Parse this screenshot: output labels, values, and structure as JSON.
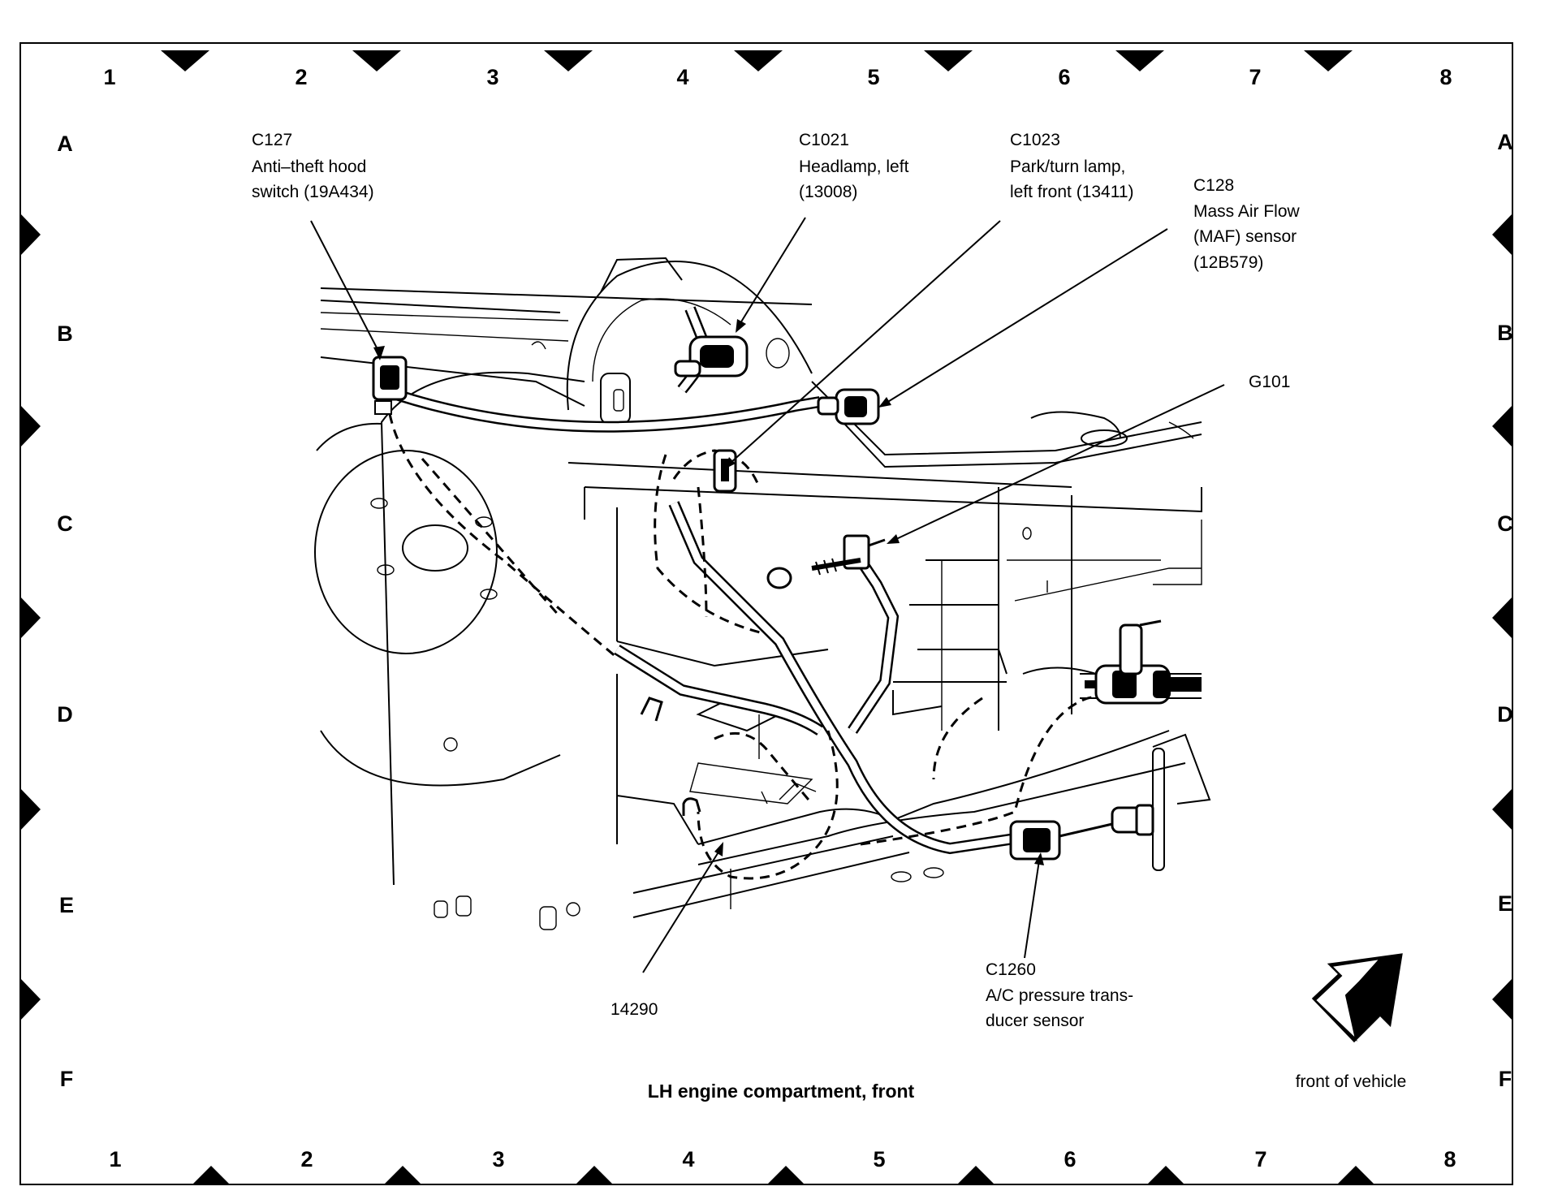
{
  "diagram": {
    "caption": "LH engine compartment, front",
    "orientation_label": "front of vehicle",
    "grid_columns_top": [
      "1",
      "2",
      "3",
      "4",
      "5",
      "6",
      "7",
      "8"
    ],
    "grid_columns_bottom": [
      "1",
      "2",
      "3",
      "4",
      "5",
      "6",
      "7",
      "8"
    ],
    "grid_rows_left": [
      "A",
      "B",
      "C",
      "D",
      "E",
      "F"
    ],
    "grid_rows_right": [
      "A",
      "B",
      "C",
      "D",
      "E",
      "F"
    ],
    "callouts": [
      {
        "id": "C127",
        "lines": [
          "C127",
          "Anti–theft hood",
          "switch (19A434)"
        ]
      },
      {
        "id": "C1021",
        "lines": [
          "C1021",
          "Headlamp, left",
          "(13008)"
        ]
      },
      {
        "id": "C1023",
        "lines": [
          "C1023",
          "Park/turn lamp,",
          "left front (13411)"
        ]
      },
      {
        "id": "C128",
        "lines": [
          "C128",
          "Mass Air Flow",
          "(MAF) sensor",
          "(12B579)"
        ]
      },
      {
        "id": "G101",
        "lines": [
          "G101"
        ]
      },
      {
        "id": "14290",
        "lines": [
          "14290"
        ]
      },
      {
        "id": "C1260",
        "lines": [
          "C1260",
          "A/C pressure trans-",
          "ducer sensor"
        ]
      }
    ]
  }
}
